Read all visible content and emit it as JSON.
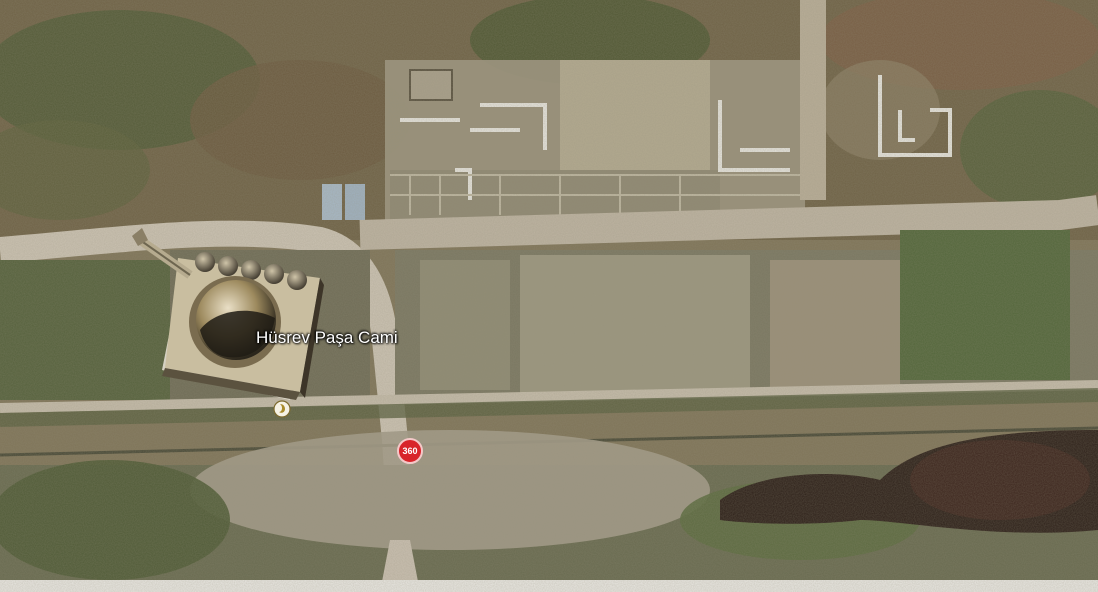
{
  "map": {
    "place_label": "Hüsrev Paşa Cami",
    "pano_badge": "360",
    "colors": {
      "soil": "#8d8163",
      "vegetation": "#4c5a36",
      "road": "#c9bfb0",
      "ruins": "#d8d5cc",
      "dark_water": "#2c1f18",
      "pano_red": "#d8242a"
    },
    "icons": [
      "mosque-3d-model",
      "mosque-place-icon",
      "pano-360-icon"
    ]
  }
}
